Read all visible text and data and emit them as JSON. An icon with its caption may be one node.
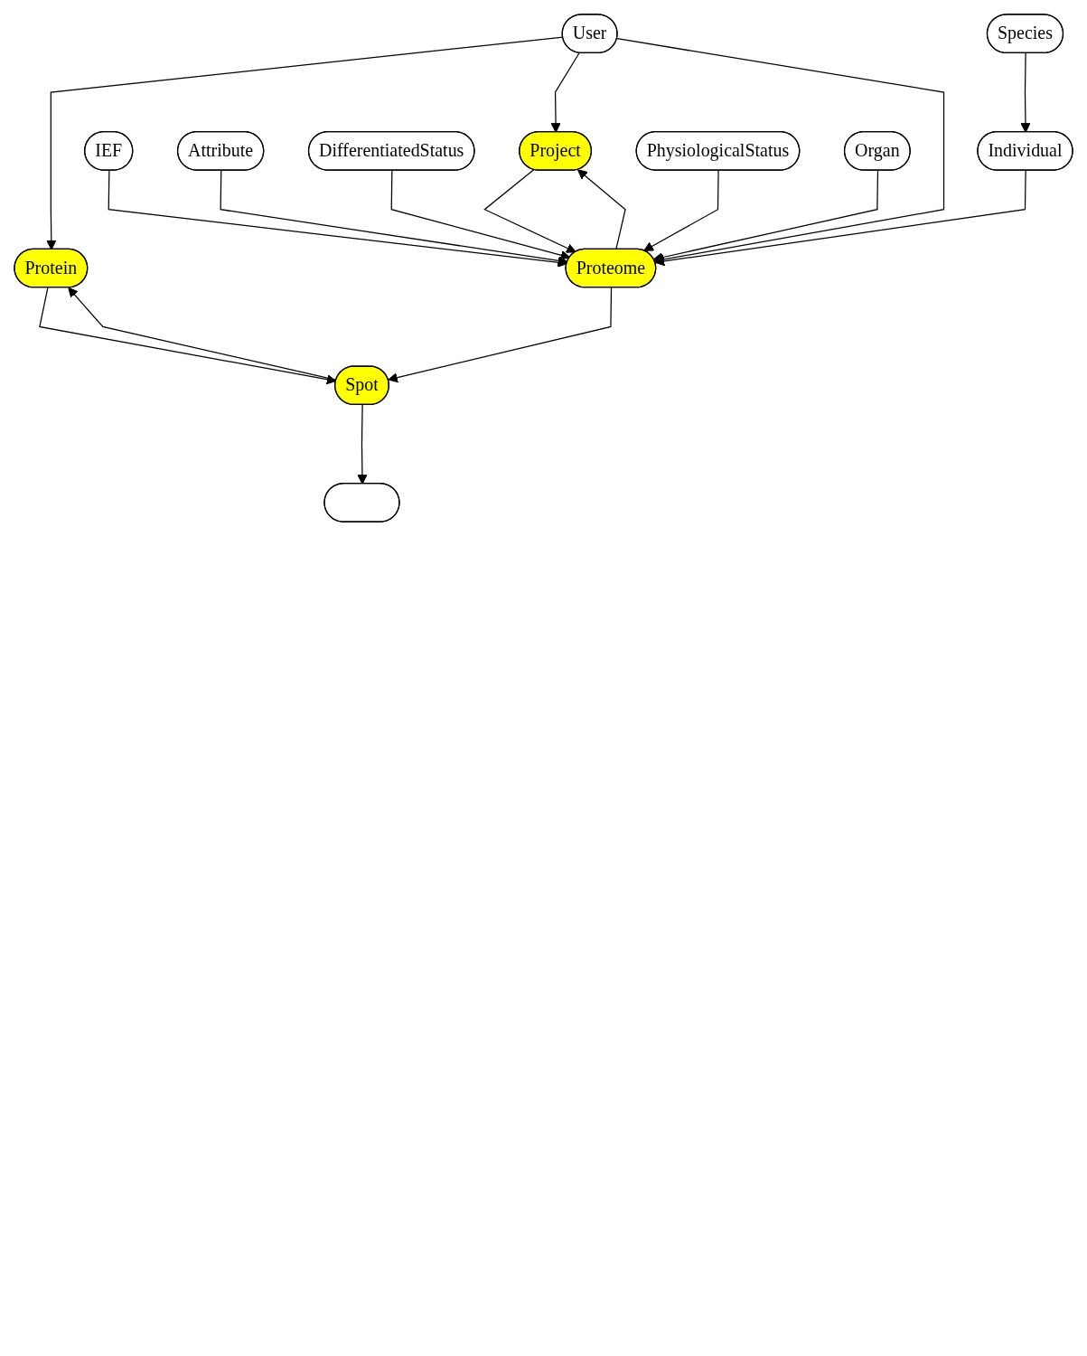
{
  "diagram": {
    "nodes": [
      {
        "text": [
          "Protein"
        ]
      },
      {
        "text": [
          "User"
        ]
      },
      {
        "text": [
          "Spot"
        ]
      },
      {
        "text": [],
        "shape": "ellipse"
      },
      {
        "text": [
          "Project"
        ]
      },
      {
        "text": [
          "Proteome"
        ]
      },
      {
        "text": [
          "IEF"
        ]
      },
      {
        "text": [
          "Attribute"
        ]
      },
      {
        "text": [
          "DifferentiatedStatus"
        ]
      },
      {
        "text": [
          "Individual"
        ]
      },
      {
        "text": [
          "PhysiologicalStatus"
        ]
      },
      {
        "text": [
          "Organ"
        ]
      },
      {
        "text": [
          "Species"
        ]
      }
    ],
    "edges": [
      {
        "from": 1,
        "to": 0,
        "arrow": "to"
      },
      {
        "from": 0,
        "to": 2,
        "arrow": "to"
      },
      {
        "from": 2,
        "to": 0,
        "arrow": "to"
      },
      {
        "from": 2,
        "to": 3,
        "arrow": "to"
      },
      {
        "from": 1,
        "to": 4,
        "arrow": "to"
      },
      {
        "from": 1,
        "to": 5,
        "arrow": "to"
      },
      {
        "from": 4,
        "to": 5,
        "arrow": "to"
      },
      {
        "from": 5,
        "to": 4,
        "arrow": "to"
      },
      {
        "from": 5,
        "to": 2,
        "arrow": "to"
      },
      {
        "from": 9,
        "to": 5,
        "arrow": "to"
      },
      {
        "from": 11,
        "to": 5,
        "arrow": "to"
      },
      {
        "from": 10,
        "to": 5,
        "arrow": "to"
      },
      {
        "from": 8,
        "to": 5,
        "arrow": "to"
      },
      {
        "from": 7,
        "to": 5,
        "arrow": "to"
      },
      {
        "from": 6,
        "to": 5,
        "arrow": "to"
      },
      {
        "from": 12,
        "to": 9,
        "arrow": "to"
      }
    ]
  }
}
